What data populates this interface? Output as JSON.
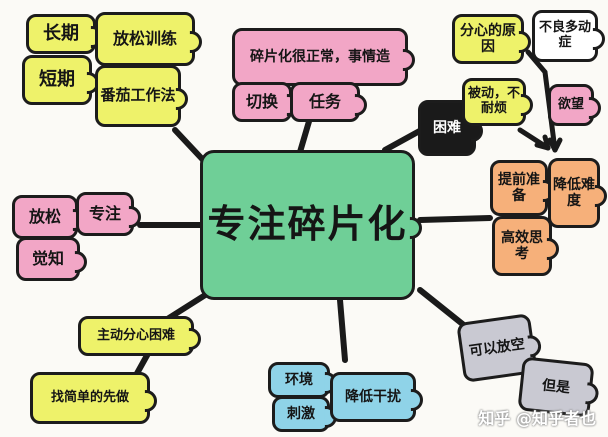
{
  "colors": {
    "center": "#6fcf97",
    "yellow": "#eef26a",
    "pink": "#f2a6c6",
    "orange": "#f6b07a",
    "gray": "#c9c9d2",
    "blue": "#8fd3e8",
    "black": "#1a1a1a",
    "outline": "#1c1c1c"
  },
  "center": {
    "title": "专注碎片化"
  },
  "nodes": {
    "top_left": [
      "长期",
      "放松训练",
      "短期",
      "番茄工作法"
    ],
    "top_middle": [
      "碎片化很正常，事情造",
      "切换",
      "任务"
    ],
    "top_right": [
      "分心的原因",
      "不良多动症",
      "困难",
      "被动，不耐烦",
      "欲望"
    ],
    "right": [
      "提前准备",
      "降低难度",
      "高效思考"
    ],
    "left": [
      "放松",
      "专注",
      "觉知"
    ],
    "bottom_left": [
      "主动分心困难",
      "找简单的先做"
    ],
    "bottom_middle": [
      "环境",
      "刺激",
      "降低干扰"
    ],
    "bottom_right": [
      "可以放空",
      "但是"
    ]
  },
  "watermark": "知乎 @知乎者也"
}
